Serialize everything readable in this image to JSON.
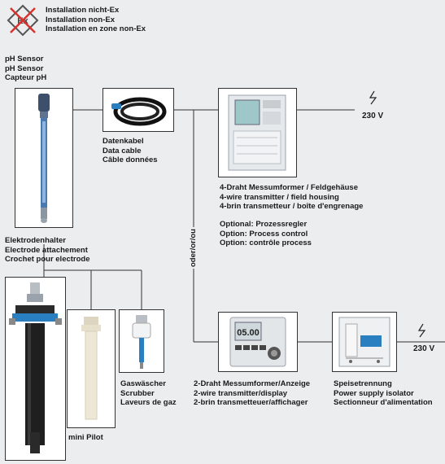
{
  "installation": {
    "lines": [
      "Installation nicht-Ex",
      "Installation non-Ex",
      "Installation en zone non-Ex"
    ]
  },
  "sensor": {
    "lines": [
      "pH Sensor",
      "pH Sensor",
      "Capteur pH"
    ]
  },
  "cable": {
    "lines": [
      "Datenkabel",
      "Data cable",
      "Câble données"
    ]
  },
  "transmitter4": {
    "lines": [
      "4-Draht Messumformer / Feldgehäuse",
      "4-wire transmitter / field housing",
      "4-brin transmetteur / boîte d'engrenage"
    ],
    "optional": [
      "Optional: Prozessregler",
      "Option: Process control",
      "Option: contrôle process"
    ]
  },
  "power_top": {
    "voltage": "230 V"
  },
  "power_bottom": {
    "voltage": "230 V"
  },
  "separator": {
    "label": "oder/or/ou"
  },
  "holder": {
    "lines": [
      "Elektrodenhalter",
      "Electrode attachement",
      "Crochet pour electrode"
    ]
  },
  "minipilot": {
    "label": "mini Pilot"
  },
  "scrubber": {
    "lines": [
      "Gaswäscher",
      "Scrubber",
      "Laveurs de gaz"
    ]
  },
  "transmitter2": {
    "lines": [
      "2-Draht Messumformer/Anzeige",
      "2-wire transmitter/display",
      "2-brin transmetteuer/affichager"
    ],
    "display_value": "05.00"
  },
  "isolator": {
    "lines": [
      "Speisetrennung",
      "Power supply isolator",
      "Sectionneur d'alimentation"
    ]
  },
  "colors": {
    "accent": "#2a7fc1",
    "line": "#333333",
    "background": "#ecedee"
  }
}
